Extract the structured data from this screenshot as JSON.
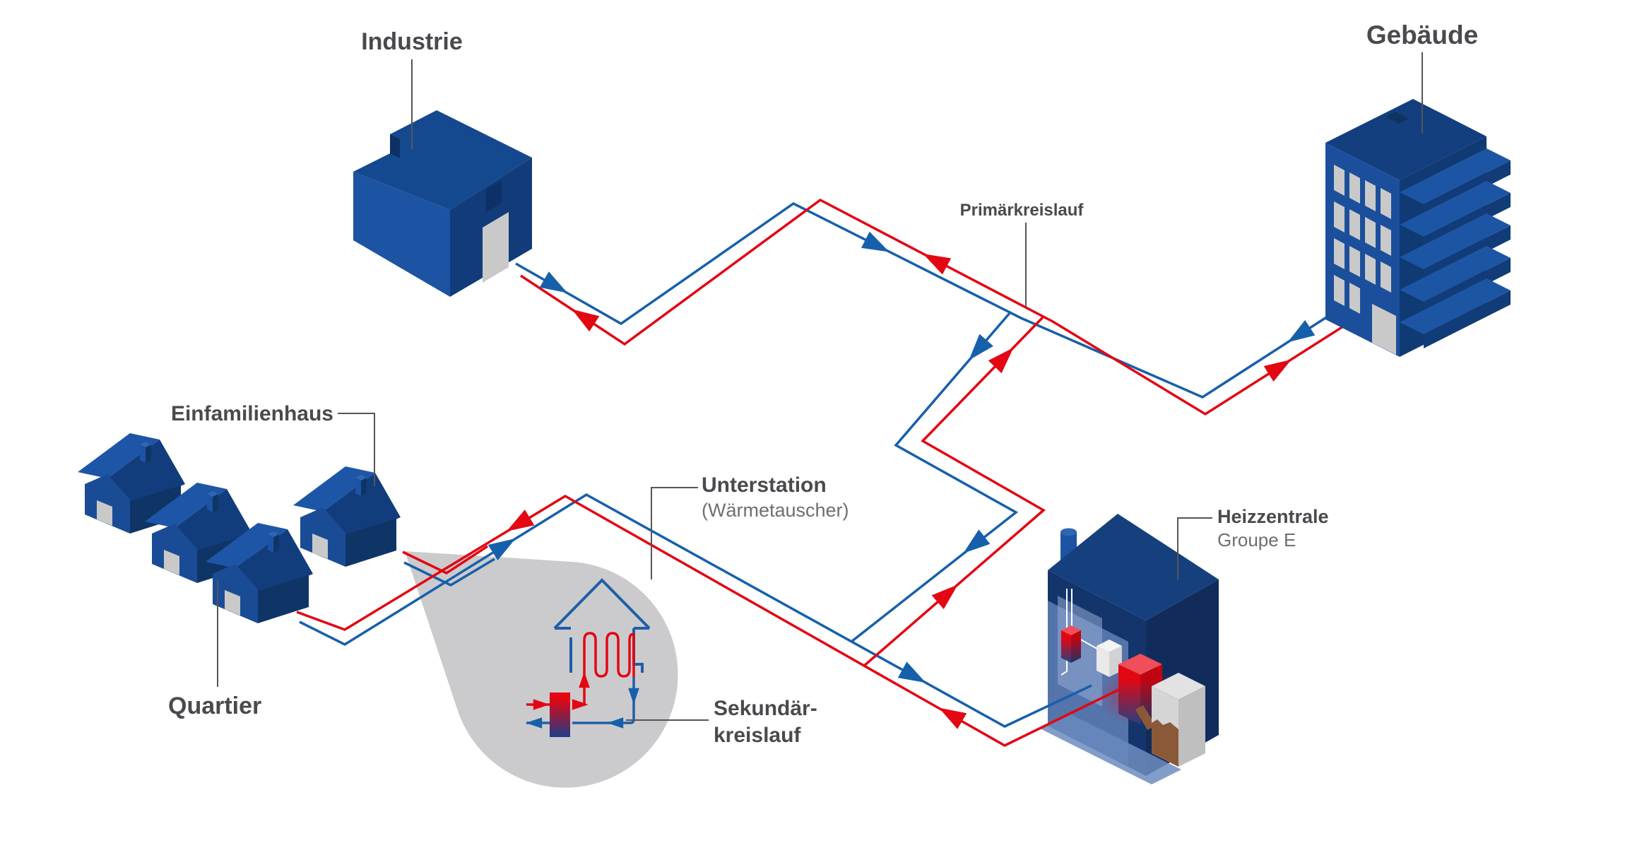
{
  "labels": {
    "industrie": "Industrie",
    "gebaeude": "Gebäude",
    "primaerkreislauf": "Primärkreislauf",
    "einfamilienhaus": "Einfamilienhaus",
    "quartier": "Quartier",
    "unterstation": "Unterstation",
    "unterstation_sub": "(Wärmetauscher)",
    "sekundaer_line1": "Sekundär-",
    "sekundaer_line2": "kreislauf",
    "heizzentrale": "Heizzentrale",
    "heizzentrale_sub": "Groupe E"
  },
  "colors": {
    "pipe_hot": "#E30613",
    "pipe_cold": "#1660AB",
    "building_face": "#1B4F9C",
    "building_face_light": "#1D53A3",
    "building_dark": "#0F3A74",
    "building_darker": "#0D2F5E",
    "roof_top": "#15498F",
    "plant_top": "#16407D",
    "plant_left": "#14356B",
    "plant_right": "#112C5A",
    "plant_interior": "#6787BE",
    "magnifier_grey": "#CBCBCD",
    "door_grey": "#C9C9C9",
    "silo_grey": "#D5D5D5",
    "woodchips_brown": "#8A5A38",
    "label_dark": "#4A4A4E",
    "label_grey": "#6F6F73"
  }
}
